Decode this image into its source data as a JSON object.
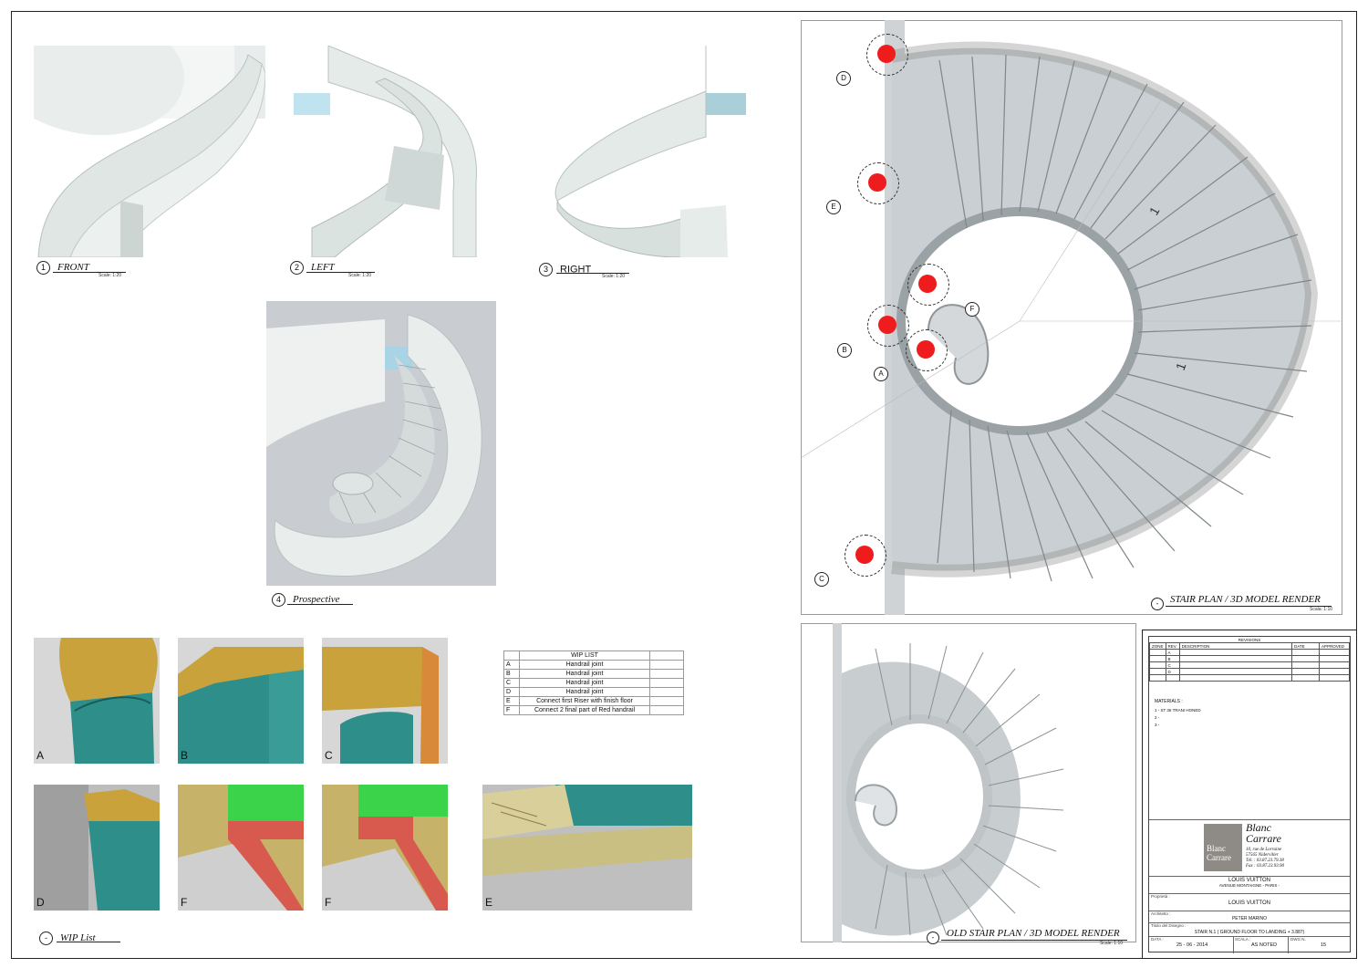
{
  "views": {
    "front": {
      "num": "1",
      "label": "FRONT",
      "scale": "Scale: 1:20"
    },
    "left": {
      "num": "2",
      "label": "LEFT",
      "scale": "Scale: 1:20"
    },
    "right": {
      "num": "3",
      "label": "RIGHT",
      "scale": "Scale: 1:20"
    },
    "prospective": {
      "num": "4",
      "label": "Prospective",
      "scale": ""
    }
  },
  "thumbs": [
    "A",
    "B",
    "C",
    "D",
    "F",
    "F",
    "E"
  ],
  "wip_caption": {
    "num": "-",
    "label": "WIP List"
  },
  "wip_list": {
    "title": "WIP LIST",
    "rows": [
      {
        "id": "A",
        "text": "Handrail joint"
      },
      {
        "id": "B",
        "text": "Handrail joint"
      },
      {
        "id": "C",
        "text": "Handrail joint"
      },
      {
        "id": "D",
        "text": "Handrail joint"
      },
      {
        "id": "E",
        "text": "Connect first Riser with finish floor"
      },
      {
        "id": "F",
        "text": "Connect 2 final part of Red handrail"
      }
    ]
  },
  "plan": {
    "title": "STAIR PLAN  / 3D MODEL RENDER",
    "num": "-",
    "scale": "Scala: 1:10",
    "markers": [
      "D",
      "E",
      "F",
      "B",
      "A",
      "C"
    ],
    "flight_labels": [
      "1",
      "1"
    ]
  },
  "old_plan": {
    "title": "OLD STAIR PLAN  / 3D MODEL RENDER",
    "num": "-",
    "scale": "Scale: 1:10"
  },
  "title_block": {
    "revisions_label": "REVISIONS",
    "rev_headers": [
      "ZONE",
      "REV.",
      "DESCRIPTION",
      "DATE",
      "APPROVED"
    ],
    "rev_rows": [
      "A",
      "B",
      "C",
      "D"
    ],
    "materials_label": "MATERIALS :",
    "materials": [
      "1 - ST 36 TRANI HONED",
      "2 -",
      "3 -"
    ],
    "logo_line1": "Blanc",
    "logo_line2": "Carrare",
    "address": [
      "10, rue de Lorraine",
      "57565 Niderviller",
      "Tél. : 03.87.23.79.38",
      "Fax : 03.87.23.93.90"
    ],
    "client": "LOUIS VUITTON",
    "client_address": "AVENUE MONTAIGNE - PARIS -",
    "proprieta_label": "Proprietà :",
    "proprieta": "LOUIS VUITTON",
    "architetto_label": "Architetto :",
    "architetto": "PETER MARINO",
    "titolo_label": "Titolo del Disegno :",
    "titolo": "STAIR N.1 ( GROUND FLOOR TO LANDING + 3.887)",
    "data_label": "DATA :",
    "data": "25 - 06 - 2014",
    "scala_label": "SCALA :",
    "scala": "AS NOTED",
    "dwg_label": "DWG N.",
    "dwg": "15"
  },
  "colors": {
    "handrail_teal": "#2e8f8a",
    "handrail_gold": "#c9a23c",
    "red_handrail": "#d85a4f",
    "green_wall": "#3bd34a",
    "hotspot": "#ee1c1c"
  }
}
